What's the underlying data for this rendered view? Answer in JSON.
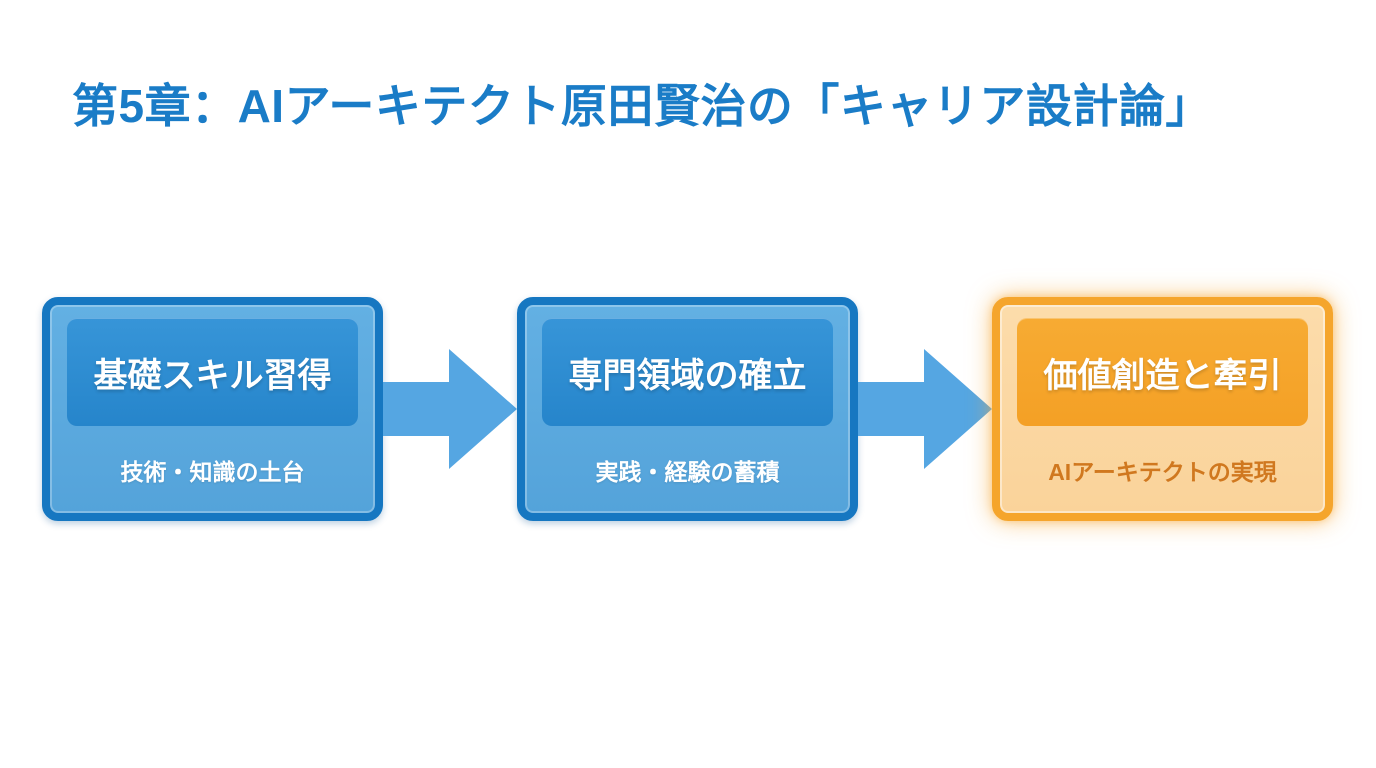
{
  "slide": {
    "title": "第5章：AIアーキテクト原田賢治の「キャリア設計論」",
    "title_color": "#1a7cc7",
    "background": "#ffffff"
  },
  "flow": {
    "steps": [
      {
        "heading": "基礎スキル習得",
        "subtitle": "技術・知識の土台",
        "theme": "blue"
      },
      {
        "heading": "専門領域の確立",
        "subtitle": "実践・経験の蓄積",
        "theme": "blue"
      },
      {
        "heading": "価値創造と牽引",
        "subtitle": "AIアーキテクトの実現",
        "theme": "orange"
      }
    ],
    "arrows": [
      {
        "icon": "right-arrow",
        "color": "#55a6e2"
      },
      {
        "icon": "right-arrow",
        "color": "#55a6e2"
      }
    ],
    "colors": {
      "blue_border": "#1677c1",
      "blue_fill": "#5cabe0",
      "blue_heading_box": "#2c8bd1",
      "step_heading_text": "#ffffff",
      "blue_subtitle_text": "#ffffff",
      "orange_border": "#f5a52c",
      "orange_fill": "#fbd9a4",
      "orange_heading_box": "#f5a52c",
      "orange_subtitle_text": "#d0781f",
      "orange_glow": "rgba(247,170,60,0.65)"
    }
  }
}
